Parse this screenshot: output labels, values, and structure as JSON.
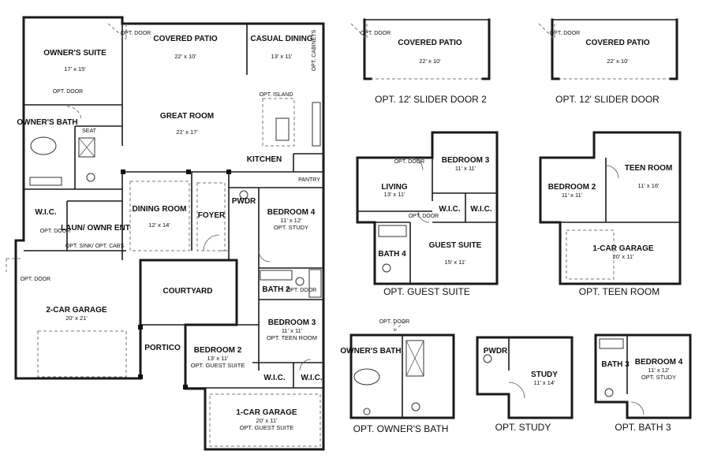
{
  "main_plan": {
    "owners_suite": {
      "name": "OWNER'S SUITE",
      "dim": "17' x 15'"
    },
    "covered_patio": {
      "name": "COVERED PATIO",
      "dim": "22' x 10'"
    },
    "casual_dining": {
      "name": "CASUAL DINING",
      "dim": "13' x 11'"
    },
    "opt_cabinets": "OPT. CABINETS",
    "opt_door_patio": "OPT. DOOR",
    "great_room": {
      "name": "GREAT ROOM",
      "dim": "22' x 17'"
    },
    "opt_island": "OPT. ISLAND",
    "kitchen": "KITCHEN",
    "pantry": "PANTRY",
    "owners_bath": "OWNER'S BATH",
    "opt_door_bath": "OPT. DOOR",
    "seat": "SEAT",
    "wic": "W.I.C.",
    "opt_door_wic": "OPT. DOOR",
    "laundry": "LAUN/ OWNR ENT",
    "opt_sink": "OPT. SINK/ OPT. CABS",
    "dining_room": {
      "name": "DINING ROOM",
      "dim": "12' x 14'"
    },
    "foyer": "FOYER",
    "pwdr": "PWDR",
    "bedroom4": {
      "name": "BEDROOM 4",
      "dim": "11' x 12'",
      "opt": "OPT. STUDY"
    },
    "opt_door_garage": "OPT. DOOR",
    "garage2": {
      "name": "2-CAR GARAGE",
      "dim": "20' x 21'"
    },
    "courtyard": "COURTYARD",
    "bath2": "BATH 2",
    "opt_door_bath2": "OPT. DOOR",
    "bedroom3": {
      "name": "BEDROOM 3",
      "dim": "11' x 11'",
      "opt": "OPT. TEEN ROOM"
    },
    "portico": "PORTICO",
    "bedroom2": {
      "name": "BEDROOM 2",
      "dim": "13' x 11'",
      "opt": "OPT. GUEST SUITE"
    },
    "wic2": "W.I.C.",
    "wic3": "W.I.C.",
    "garage1": {
      "name": "1-CAR GARAGE",
      "dim": "20' x 11'",
      "opt": "OPT. GUEST SUITE"
    }
  },
  "slider2": {
    "opt_door": "OPT. DOOR",
    "name": "COVERED PATIO",
    "dim": "22' x 10'",
    "caption": "OPT. 12' SLIDER DOOR 2"
  },
  "slider1": {
    "opt_door": "OPT. DOOR",
    "name": "COVERED PATIO",
    "dim": "22' x 10'",
    "caption": "OPT. 12' SLIDER DOOR"
  },
  "guest_suite": {
    "living": {
      "name": "LIVING",
      "dim": "13' x 11'"
    },
    "opt_door1": "OPT. DOOR",
    "bedroom3": {
      "name": "BEDROOM 3",
      "dim": "11' x 11'"
    },
    "opt_door2": "OPT. DOOR",
    "wic1": "W.I.C.",
    "wic2": "W.I.C.",
    "bath4": "BATH 4",
    "guest": {
      "name": "GUEST SUITE",
      "dim": "15' x 11'"
    },
    "caption": "OPT. GUEST SUITE"
  },
  "teen_room": {
    "bedroom2": {
      "name": "BEDROOM 2",
      "dim": "11' x 11'"
    },
    "teen": {
      "name": "TEEN ROOM",
      "dim": "11' x 16'"
    },
    "garage": {
      "name": "1-CAR GARAGE",
      "dim": "20' x 11'"
    },
    "caption": "OPT. TEEN ROOM"
  },
  "owners_bath_opt": {
    "opt_door": "OPT. DOOR",
    "name": "OWNER'S BATH",
    "caption": "OPT. OWNER'S BATH"
  },
  "study_opt": {
    "pwdr": "PWDR",
    "name": "STUDY",
    "dim": "11' x 14'",
    "caption": "OPT. STUDY"
  },
  "bath3_opt": {
    "bath": "BATH 3",
    "bedroom4": {
      "name": "BEDROOM 4",
      "dim": "11' x 12'",
      "opt": "OPT. STUDY"
    },
    "caption": "OPT. BATH 3"
  }
}
